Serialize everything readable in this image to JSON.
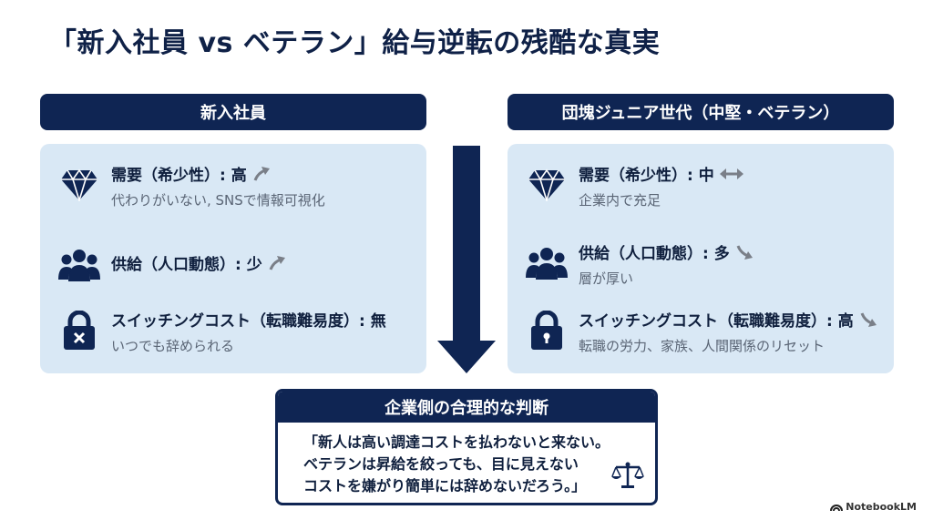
{
  "title": "「新入社員 vs ベテラン」給与逆転の残酷な真実",
  "left": {
    "header": "新入社員",
    "rows": [
      {
        "icon": "diamond-icon",
        "title": "需要（希少性）: 高",
        "trend": "up",
        "sub": "代わりがいない, SNSで情報可視化"
      },
      {
        "icon": "people-icon",
        "title": "供給（人口動態）: 少",
        "trend": "up",
        "sub": ""
      },
      {
        "icon": "lock-x-icon",
        "title": "スイッチングコスト（転職難易度）: 無",
        "trend": "",
        "sub": "いつでも辞められる"
      }
    ]
  },
  "right": {
    "header": "団塊ジュニア世代（中堅・ベテラン）",
    "rows": [
      {
        "icon": "diamond-icon",
        "title": "需要（希少性）: 中",
        "trend": "flat",
        "sub": "企業内で充足"
      },
      {
        "icon": "people-icon",
        "title": "供給（人口動態）: 多",
        "trend": "down",
        "sub": "層が厚い"
      },
      {
        "icon": "lock-icon",
        "title": "スイッチングコスト（転職難易度）: 高",
        "trend": "down",
        "sub": "転職の労力、家族、人間関係のリセット"
      }
    ]
  },
  "decision": {
    "header": "企業側の合理的な判断",
    "quote_lines": [
      "「新人は高い調達コストを払わないと来ない。",
      "ベテランは昇給を絞っても、目に見えない",
      "コストを嫌がり簡単には辞めないだろう。」"
    ],
    "icon": "scales-icon"
  },
  "brand": "NotebookLM",
  "colors": {
    "navy": "#0f2553",
    "panel": "#d9e8f5",
    "trend": "#7a7f88"
  }
}
